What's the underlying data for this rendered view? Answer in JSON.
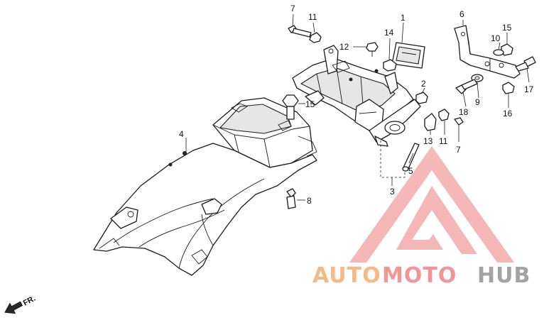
{
  "callouts": [
    {
      "id": "7a",
      "text": "7"
    },
    {
      "id": "11a",
      "text": "11"
    },
    {
      "id": "12",
      "text": "12"
    },
    {
      "id": "14",
      "text": "14"
    },
    {
      "id": "1",
      "text": "1"
    },
    {
      "id": "6",
      "text": "6"
    },
    {
      "id": "15a",
      "text": "15"
    },
    {
      "id": "10",
      "text": "10"
    },
    {
      "id": "17",
      "text": "17"
    },
    {
      "id": "2",
      "text": "2"
    },
    {
      "id": "9",
      "text": "9"
    },
    {
      "id": "18",
      "text": "18"
    },
    {
      "id": "16",
      "text": "16"
    },
    {
      "id": "15b",
      "text": "15"
    },
    {
      "id": "4",
      "text": "4"
    },
    {
      "id": "13",
      "text": "13"
    },
    {
      "id": "11b",
      "text": "11"
    },
    {
      "id": "7b",
      "text": "7"
    },
    {
      "id": "5",
      "text": "5"
    },
    {
      "id": "3",
      "text": "3"
    },
    {
      "id": "8",
      "text": "8"
    }
  ],
  "direction_label": "FR.",
  "watermark": {
    "part1": "AUTO",
    "part2": "MOTO",
    "part3": "HUB",
    "colors": {
      "orange": "#f5b27a",
      "red": "#f08a8a",
      "gray": "#9a9a9a"
    }
  }
}
